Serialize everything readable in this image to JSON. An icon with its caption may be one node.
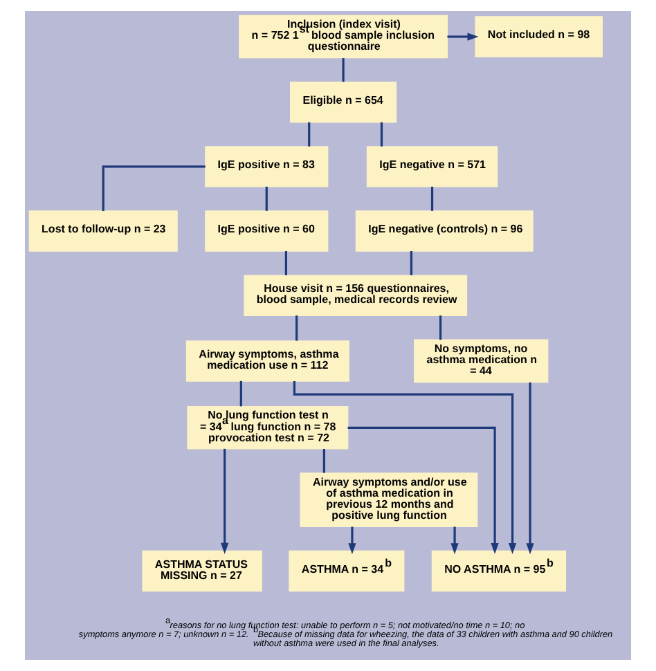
{
  "diagram": {
    "nodes": [
      {
        "text": [
          "Inclusion (index visit) n = 752 1$^{st}$ blood sample inclusion questionnaire"
        ]
      },
      {
        "text": [
          "Not included n = 98"
        ]
      },
      {
        "text": [
          "Eligible n = 654"
        ]
      },
      {
        "text": [
          "IgE positive n = 83"
        ]
      },
      {
        "text": [
          "IgE negative n = 571"
        ]
      },
      {
        "text": [
          "Lost to follow-up n = 23"
        ]
      },
      {
        "text": [
          "IgE positive n = 60"
        ]
      },
      {
        "text": [
          "IgE negative (controls) n = 96"
        ]
      },
      {
        "text": [
          "House visit n = 156 questionnaires, blood sample, medical records review"
        ]
      },
      {
        "text": [
          "Airway symptoms, asthma medication use n = 112"
        ]
      },
      {
        "text": [
          "No symptoms, no asthma medication n = 44"
        ]
      },
      {
        "text": [
          "No lung function test n = 34$^{a}$ lung function n = 78 provocation test n = 72"
        ]
      },
      {
        "text": [
          "Airway symptoms and/or use of asthma medication in previous 12 months and positive lung function"
        ]
      },
      {
        "text": [
          "ASTHMA STATUS MISSING n = 27"
        ]
      },
      {
        "text": [
          "ASTHMA n = 34$^{b}$"
        ]
      },
      {
        "text": [
          "NO ASTHMA n = 95$^{b}$"
        ]
      }
    ],
    "edges": [
      {
        "from": 0,
        "to": 1,
        "arrow": "to"
      },
      {
        "from": 0,
        "to": 2,
        "arrow": "none"
      },
      {
        "from": 2,
        "to": 3,
        "arrow": "none"
      },
      {
        "from": 2,
        "to": 4,
        "arrow": "none"
      },
      {
        "from": 3,
        "to": 5,
        "arrow": "none"
      },
      {
        "from": 3,
        "to": 6,
        "arrow": "none"
      },
      {
        "from": 4,
        "to": 7,
        "arrow": "none"
      },
      {
        "from": 6,
        "to": 8,
        "arrow": "none"
      },
      {
        "from": 7,
        "to": 8,
        "arrow": "none"
      },
      {
        "from": 8,
        "to": 9,
        "arrow": "none"
      },
      {
        "from": 8,
        "to": 10,
        "arrow": "none"
      },
      {
        "from": 9,
        "to": 15,
        "arrow": "to"
      },
      {
        "from": 9,
        "to": 11,
        "arrow": "none"
      },
      {
        "from": 10,
        "to": 15,
        "arrow": "to"
      },
      {
        "from": 11,
        "to": 13,
        "arrow": "to"
      },
      {
        "from": 11,
        "to": 15,
        "arrow": "to"
      },
      {
        "from": 11,
        "to": 12,
        "arrow": "none"
      },
      {
        "from": 12,
        "to": 14,
        "arrow": "to"
      },
      {
        "from": 12,
        "to": 15,
        "arrow": "to"
      }
    ],
    "labels": [
      "$^{a}$*reasons for no lung function test: unable to perform n = 5; not motivated/no time n = 10; no symptoms anymore n = 7; unknown n = 12.* $^{b}$*Because of missing data for wheezing, the data of 33 children with asthma and 90 children without asthma were used in the final analyses.*"
    ]
  }
}
